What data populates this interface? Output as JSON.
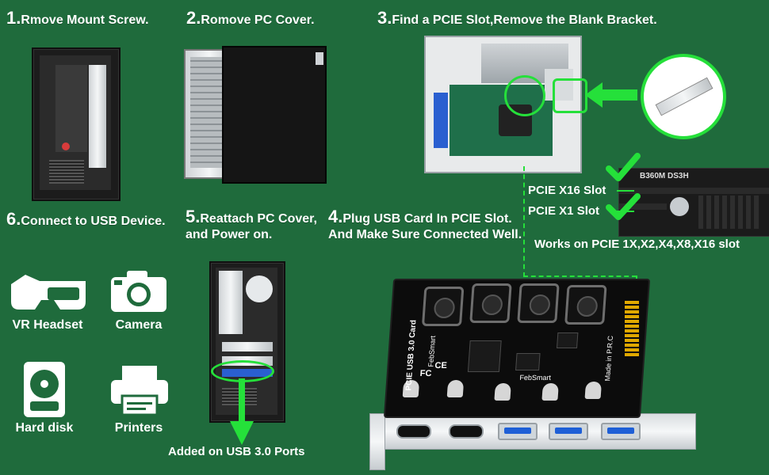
{
  "steps": {
    "s1": {
      "num": "1.",
      "text": "Rmove Mount Screw."
    },
    "s2": {
      "num": "2.",
      "text": "Romove PC Cover."
    },
    "s3": {
      "num": "3.",
      "text": "Find a PCIE Slot,Remove the Blank Bracket."
    },
    "s4": {
      "num": "4.",
      "line1": "Plug USB Card In PCIE Slot.",
      "line2": "And Make Sure Connected Well."
    },
    "s5": {
      "num": "5.",
      "line1": "Reattach PC Cover,",
      "line2": "and Power on."
    },
    "s6": {
      "num": "6.",
      "text": "Connect to USB Device."
    }
  },
  "slots": {
    "x16": "PCIE X16 Slot",
    "x1": "PCIE X1 Slot",
    "works_on": "Works on PCIE 1X,X2,X4,X8,X16 slot",
    "board_label": "B360M DS3H"
  },
  "devices": [
    {
      "label": "VR Headset",
      "icon": "vr-headset-icon"
    },
    {
      "label": "Camera",
      "icon": "camera-icon"
    },
    {
      "label": "Hard disk",
      "icon": "hard-disk-icon"
    },
    {
      "label": "Printers",
      "icon": "printer-icon"
    }
  ],
  "ports_caption": "Added on USB 3.0 Ports",
  "card": {
    "vertical_label": "PCIE USB 3.0 Card",
    "brand": "FebSmart",
    "made_in": "Made in P.R.C",
    "ce": "CE",
    "fc": "FC"
  },
  "colors": {
    "background": "#1f6b3c",
    "accent": "#25e03a"
  }
}
